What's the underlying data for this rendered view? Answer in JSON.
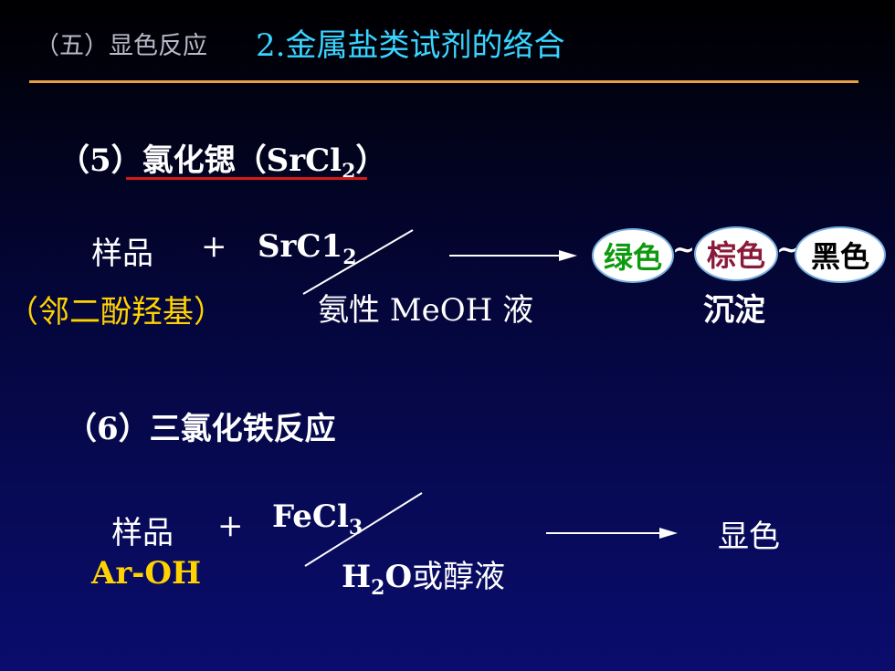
{
  "header": {
    "section": "（五）显色反应",
    "title": "2.金属盐类试剂的络合"
  },
  "reaction5": {
    "heading_prefix": "（5）氯化锶（SrCl",
    "heading_sub": "2",
    "heading_suffix": "）",
    "sample": "样品",
    "plus": "+",
    "reagent": "SrC1",
    "reagent_sub": "2",
    "condition": "氨性 MeOH 液",
    "substrate": "（邻二酚羟基）",
    "results": [
      {
        "label": "绿色",
        "color": "#0e9a0e"
      },
      {
        "label": "棕色",
        "color": "#8a1a3a"
      },
      {
        "label": "黑色",
        "color": "#000000"
      }
    ],
    "tilde": "~",
    "result_note": "沉淀"
  },
  "reaction6": {
    "heading": "（6）三氯化铁反应",
    "sample": "样品",
    "plus": "+",
    "reagent": "FeCl",
    "reagent_sub": "3",
    "substrate": "Ar-OH",
    "solvent_main": "H",
    "solvent_sub": "2",
    "solvent_o": "O",
    "solvent_suffix": "或醇液",
    "result": "显色"
  }
}
